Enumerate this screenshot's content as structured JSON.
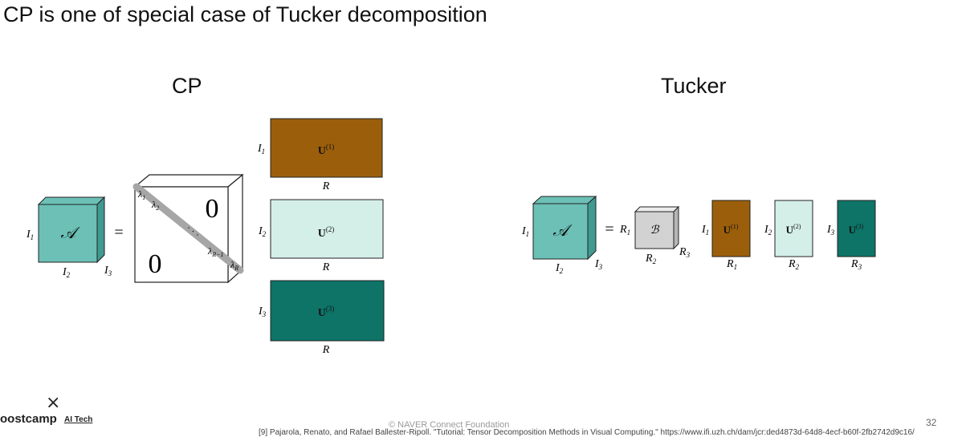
{
  "slide": {
    "title": "CP is one of special case of Tucker decomposition",
    "page_number": "32"
  },
  "cp": {
    "heading": "CP",
    "tensor_symbol": "𝒜",
    "dims": [
      "I",
      "I",
      "I"
    ],
    "equals": "=",
    "core": {
      "zero": "0",
      "lambda_1": "λ",
      "lambda_2": "λ",
      "lambda_r1": "λ",
      "lambda_r": "λ",
      "dots": "· · ·"
    },
    "factors": [
      {
        "label": "U",
        "sup": "(1)",
        "row_dim": "I",
        "col_dim": "R",
        "color": "#9b5f0b"
      },
      {
        "label": "U",
        "sup": "(2)",
        "row_dim": "I",
        "col_dim": "R",
        "color": "#d4eee8"
      },
      {
        "label": "U",
        "sup": "(3)",
        "row_dim": "I",
        "col_dim": "R",
        "color": "#0e7468"
      }
    ]
  },
  "tucker": {
    "heading": "Tucker",
    "tensor_symbol": "𝒜",
    "core_symbol": "ℬ",
    "equals": "=",
    "factors": [
      {
        "label": "U",
        "sup": "(1)",
        "row_dim": "I",
        "col_dim": "R",
        "color": "#9b5f0b"
      },
      {
        "label": "U",
        "sup": "(2)",
        "row_dim": "I",
        "col_dim": "R",
        "color": "#d4eee8"
      },
      {
        "label": "U",
        "sup": "(3)",
        "row_dim": "I",
        "col_dim": "R",
        "color": "#0e7468"
      }
    ]
  },
  "colors": {
    "tensor": "#6cc0b6",
    "tensor_dark": "#3f9a8f",
    "core": "#d2d2d2",
    "diag": "#a6a6a6"
  },
  "footer": {
    "brand": "oostcamp",
    "brand_sub": "AI Tech",
    "close_symbol": "×",
    "copyright": "© NAVER Connect Foundation",
    "reference": "[9] Pajarola, Renato, and Rafael Ballester-Ripoll. \"Tutorial: Tensor Decomposition Methods in Visual Computing.\" https://www.ifi.uzh.ch/dam/jcr:ded4873d-64d8-4ecf-b60f-2fb2742d9c16/"
  }
}
